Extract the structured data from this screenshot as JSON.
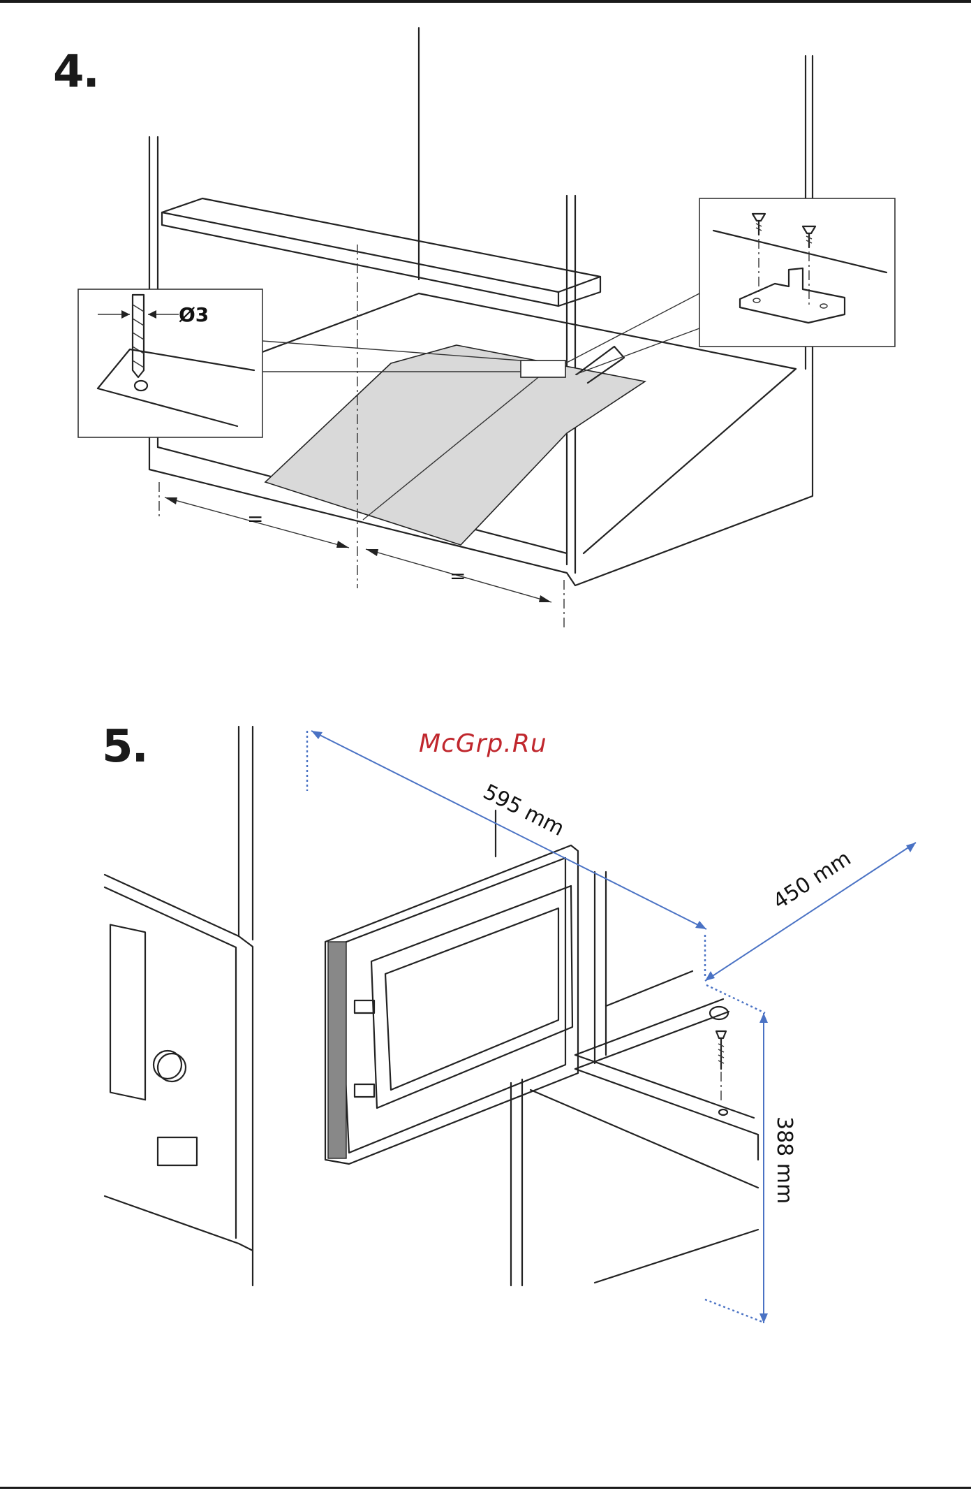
{
  "steps": {
    "step4": "4.",
    "step5": "5."
  },
  "step4_figure": {
    "drill_diameter": "Ø3",
    "equal_left": "=",
    "equal_right": "="
  },
  "step5_figure": {
    "width_dim": "595 mm",
    "depth_dim": "450 mm",
    "height_dim": "388 mm"
  },
  "watermark": "McGrp.Ru",
  "colors": {
    "dimension_blue": "#4a72c4",
    "watermark_red": "#c0272d",
    "template_grey": "#d9d9d9"
  }
}
